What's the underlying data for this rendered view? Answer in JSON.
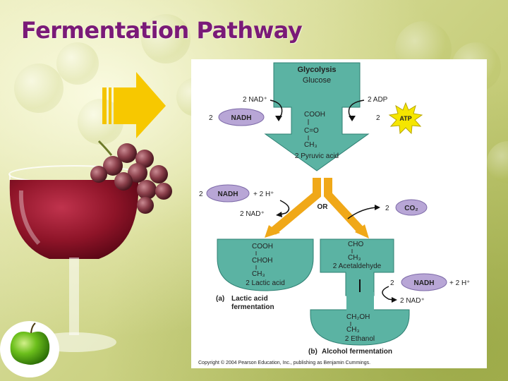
{
  "slide": {
    "title": "Fermentation Pathway"
  },
  "diagram": {
    "glycolysis": {
      "label": "Glycolysis",
      "glucose": "Glucose"
    },
    "left_cofactor": {
      "in": "2 NAD⁺",
      "count": "2",
      "out": "NADH"
    },
    "right_cofactor": {
      "in": "2 ADP",
      "count": "2",
      "out": "ATP"
    },
    "pyruvate": {
      "line1": "COOH",
      "line2": "C=O",
      "line3": "CH₃",
      "name": "2 Pyruvic acid"
    },
    "branch": {
      "nadh_count": "2",
      "nadh": "NADH",
      "plus": "+ 2 H⁺",
      "nad_out": "2 NAD⁺",
      "or_label": "OR",
      "co2_count": "2",
      "co2": "CO₂"
    },
    "lactic": {
      "line1": "COOH",
      "line2": "CHOH",
      "line3": "CH₃",
      "name": "2 Lactic acid",
      "caption_tag": "(a)",
      "caption1": "Lactic acid",
      "caption2": "fermentation"
    },
    "acetaldehyde": {
      "line1": "CHO",
      "line2": "CH₃",
      "name": "2 Acetaldehyde"
    },
    "ethanol_step": {
      "nadh_count": "2",
      "nadh": "NADH",
      "plus": "+ 2 H⁺",
      "nad_out": "2 NAD⁺"
    },
    "ethanol": {
      "line1": "CH₂OH",
      "line2": "CH₃",
      "name": "2 Ethanol",
      "caption_tag": "(b)",
      "caption": "Alcohol fermentation"
    },
    "copyright": "Copyright © 2004 Pearson Education, Inc., publishing as Benjamin Cummings."
  }
}
